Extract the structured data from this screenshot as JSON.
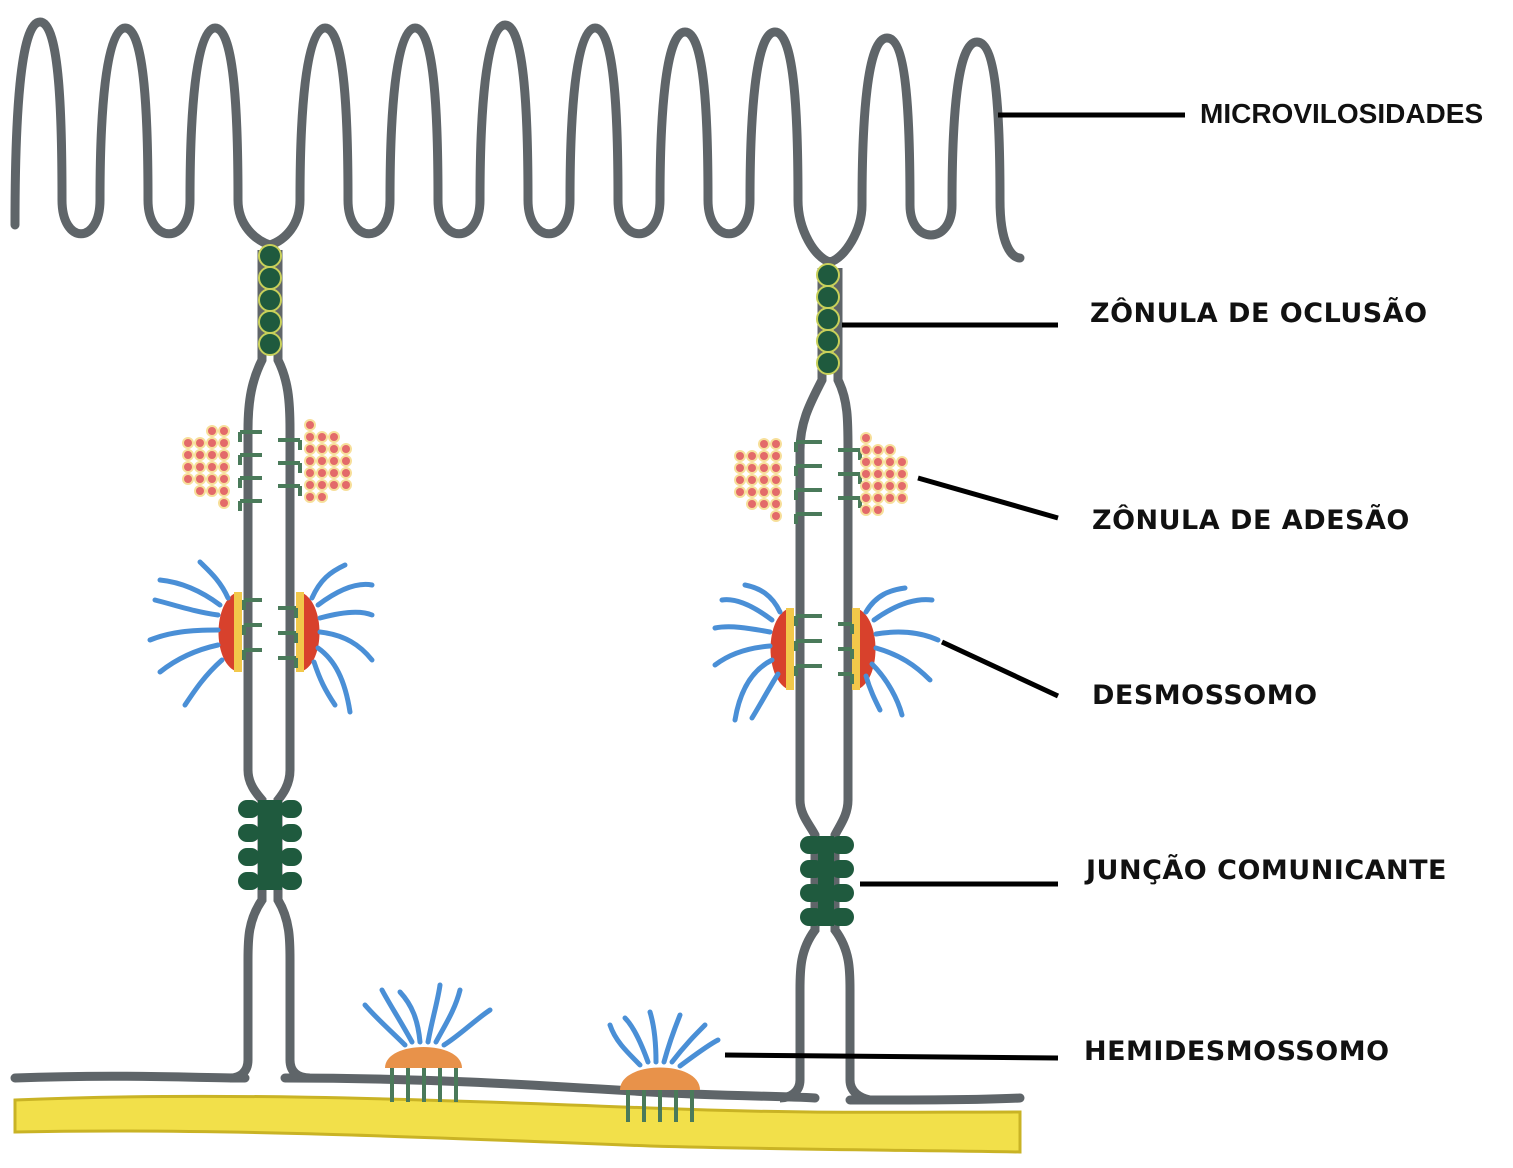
{
  "labels": {
    "microvilli": "MICROVILOSIDADES",
    "tight_junction": "ZÔNULA DE OCLUSÃO",
    "adherens_junction": "ZÔNULA DE ADESÃO",
    "desmosome": "DESMOSSOMO",
    "gap_junction": "JUNÇÃO COMUNICANTE",
    "hemidesmosome": "HEMIDESMOSSOMO"
  },
  "colors": {
    "membrane": "#5f6569",
    "tight_junction_bead": "#1f5a3e",
    "actin_dot": "#e36a6a",
    "actin_dot_halo": "#f7df9a",
    "cadherin": "#4a7a5a",
    "desmosome_plaque": "#d8412c",
    "keratin_filament": "#4a8fd6",
    "hemidesmosome_plaque": "#e8924a",
    "basal_lamina": "#f2e04a",
    "leader_line": "#000000"
  }
}
